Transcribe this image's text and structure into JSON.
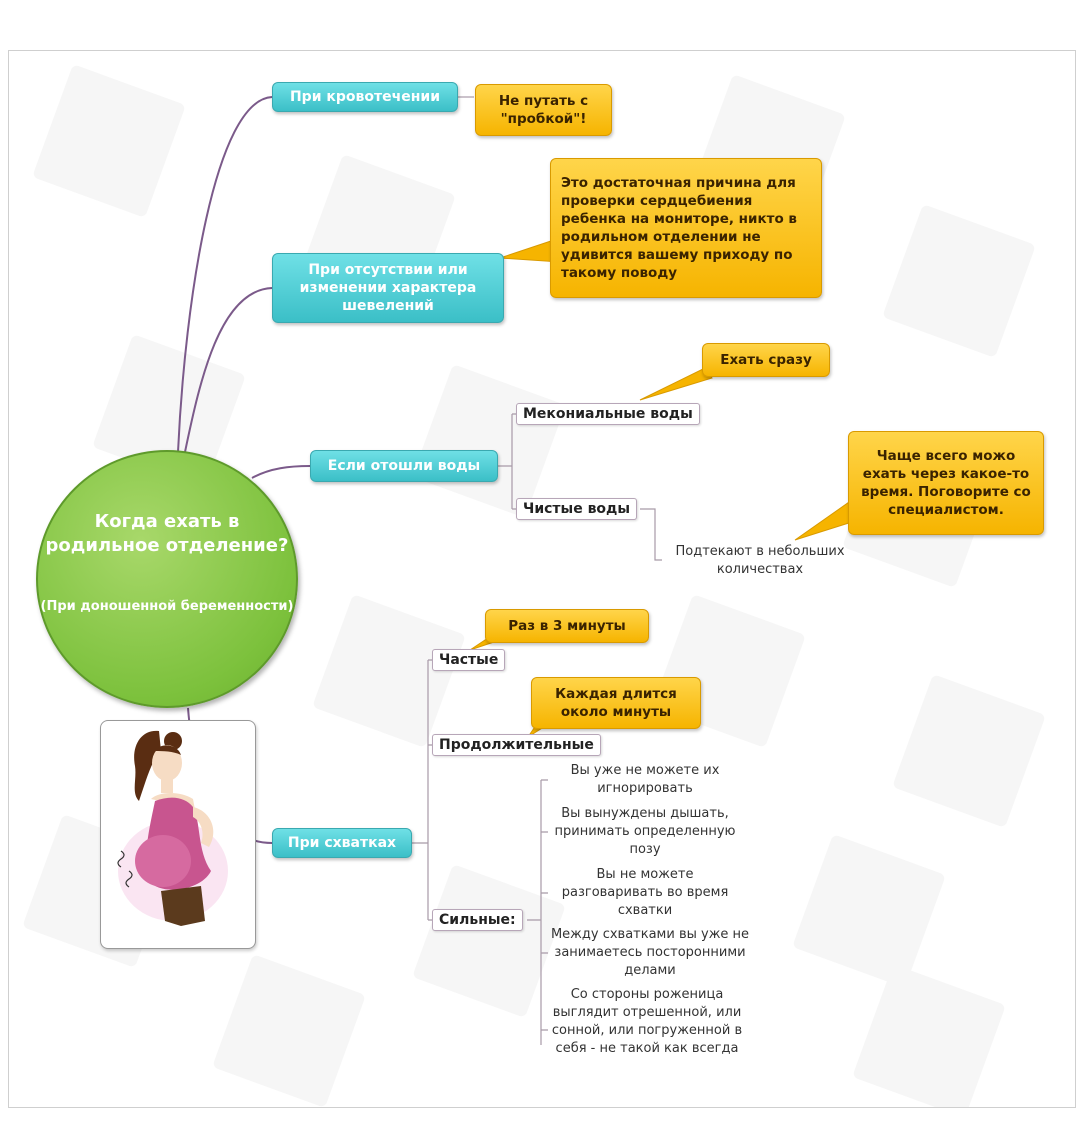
{
  "center": {
    "title": "Когда ехать в родильное отделение?",
    "subtitle": "(При доношенной беременности)"
  },
  "branches": {
    "bleeding": {
      "label": "При кровотечении",
      "note": "Не путать с \"пробкой\"!"
    },
    "movement": {
      "label": "При отсутствии или изменении характера шевелений",
      "note": "Это достаточная причина для проверки сердцебиения ребенка на мониторе, никто в родильном отделении не удивится вашему приходу по такому поводу"
    },
    "waters": {
      "label": "Если отошли воды",
      "meconium": {
        "label": "Мекониальные воды",
        "note": "Ехать сразу"
      },
      "clear": {
        "label": "Чистые воды",
        "detail": "Подтекают в небольших количествах",
        "note": "Чаще всего можо ехать через какое-то время. Поговорите со специалистом."
      }
    },
    "contractions": {
      "label": "При схватках",
      "frequent": {
        "label": "Частые",
        "note": "Раз в 3 минуты"
      },
      "long": {
        "label": "Продолжительные",
        "note": "Каждая длится около минуты"
      },
      "strong": {
        "label": "Сильные:",
        "items": [
          "Вы уже не можете их игнорировать",
          "Вы вынуждены дышать, принимать определенную позу",
          "Вы не можете разговаривать во время схватки",
          "Между схватками вы уже не занимаетесь посторонними делами",
          "Со стороны роженица выглядит отрешенной, или сонной, или погруженной в себя - не такой как всегда"
        ]
      }
    }
  },
  "colors": {
    "teal": "#3bbfc7",
    "callout": "#f6b400",
    "center": "#7cc13c",
    "line": "#7b5a8a"
  }
}
